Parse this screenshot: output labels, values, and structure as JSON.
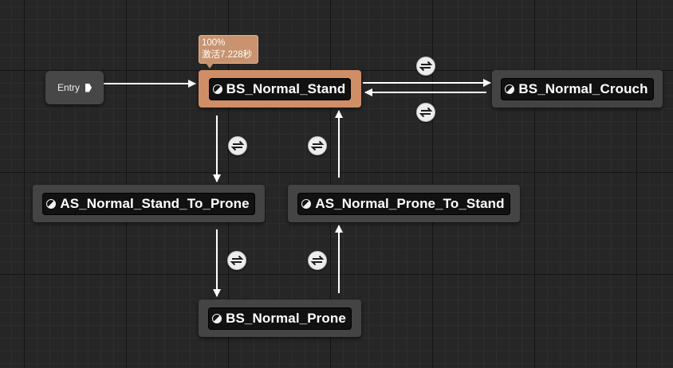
{
  "entry": {
    "label": "Entry"
  },
  "debug_badge": {
    "line1": "100%",
    "line2": "激活7.228秒"
  },
  "states": {
    "bs_normal_stand": "BS_Normal_Stand",
    "bs_normal_crouch": "BS_Normal_Crouch",
    "as_normal_stand_to_prone": "AS_Normal_Stand_To_Prone",
    "as_normal_prone_to_stand": "AS_Normal_Prone_To_Stand",
    "bs_normal_prone": "BS_Normal_Prone"
  },
  "active_state": "BS_Normal_Stand",
  "colors": {
    "graph_background": "#262626",
    "node": "#444444",
    "active_node": "#cf8e66",
    "wire": "#ffffff"
  },
  "icons": {
    "state": "state-node-icon",
    "transition": "transition-rule-icon",
    "entry_pin": "exec-pin-icon"
  }
}
